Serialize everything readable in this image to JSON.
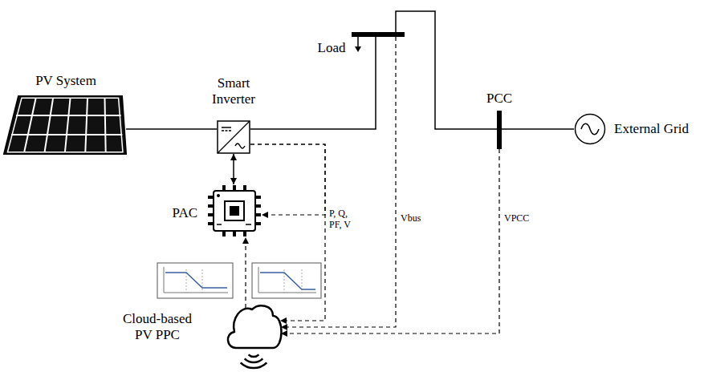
{
  "diagram": {
    "nodes": [
      {
        "text": [
          "PV System"
        ]
      },
      {
        "text": [
          "Smart Inverter"
        ]
      },
      {
        "text": [
          "PAC"
        ]
      },
      {
        "text": [
          "Cloud-based PV PPC"
        ]
      },
      {
        "text": [
          "Load"
        ]
      },
      {
        "text": [
          "PCC"
        ]
      },
      {
        "text": [
          "External Grid"
        ]
      }
    ],
    "edges": [
      {
        "from": 0,
        "to": 1,
        "arrow": "none"
      },
      {
        "from": 1,
        "to": 4,
        "arrow": "none"
      },
      {
        "from": 4,
        "to": 5,
        "arrow": "none"
      },
      {
        "from": 5,
        "to": 6,
        "arrow": "none"
      },
      {
        "from": 1,
        "to": 2,
        "arrow": "both"
      },
      {
        "from": 1,
        "to": 2,
        "label": "P, Q, PF, V",
        "arrow": "to"
      },
      {
        "from": 1,
        "to": 3,
        "arrow": "to"
      },
      {
        "from": 4,
        "to": 3,
        "label": "Vbus",
        "arrow": "to"
      },
      {
        "from": 5,
        "to": 3,
        "label": "VPCC",
        "arrow": "to"
      },
      {
        "from": 3,
        "to": 2,
        "arrow": "to"
      }
    ]
  }
}
